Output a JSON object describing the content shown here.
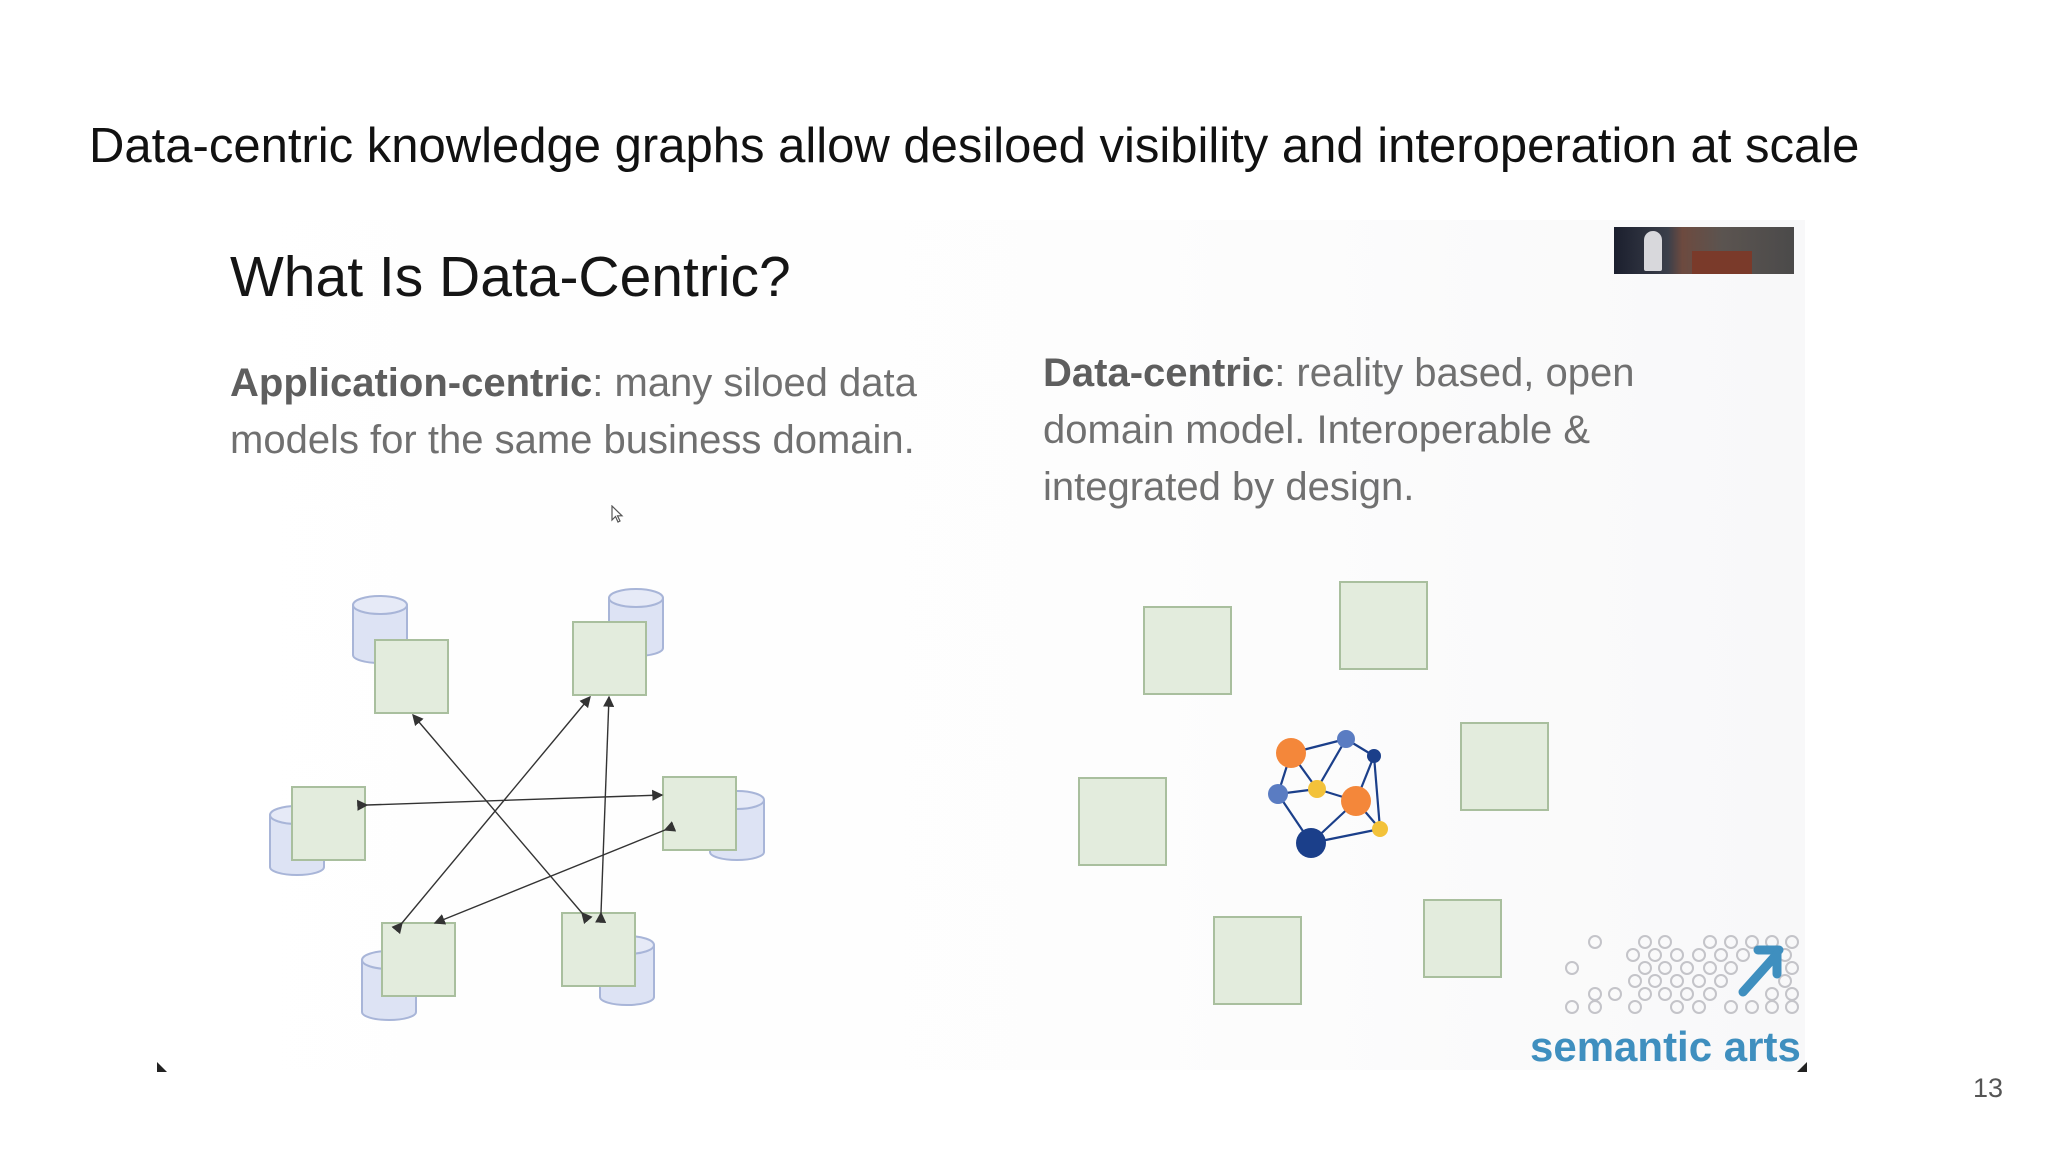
{
  "slide": {
    "title": "Data-centric knowledge graphs allow desiloed visibility and interoperation at scale",
    "page_number": "13"
  },
  "embedded_slide": {
    "heading": "What Is Data-Centric?",
    "left_text": {
      "bold": "Application-centric",
      "rest": ": many siloed data models for the same business domain."
    },
    "right_text": {
      "bold": "Data-centric",
      "rest": ": reality based, open domain model. Interoperable & integrated by design."
    },
    "logo_text": "semantic arts",
    "colors": {
      "box_fill": "#e3ecdd",
      "box_stroke": "#a9bf9e",
      "cylinder_fill": "#dde3f4",
      "cylinder_stroke": "#a8b5d8",
      "node_orange": "#f4873a",
      "node_blue": "#5a7cc2",
      "node_navy": "#1b3f8a",
      "node_yellow": "#f3c23a",
      "logo_blue": "#3f8fbf"
    }
  }
}
